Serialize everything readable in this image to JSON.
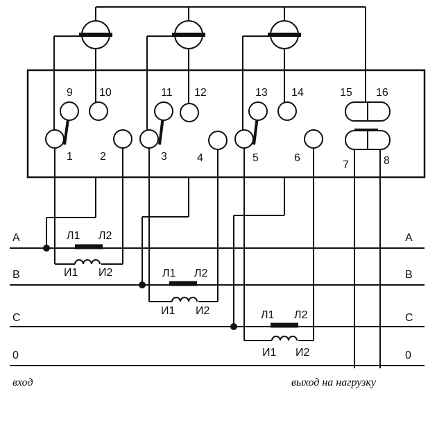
{
  "terminals": [
    "1",
    "2",
    "3",
    "4",
    "5",
    "6",
    "7",
    "8",
    "9",
    "10",
    "11",
    "12",
    "13",
    "14",
    "15",
    "16"
  ],
  "phases_left": [
    "A",
    "B",
    "C",
    "0"
  ],
  "phases_right": [
    "A",
    "B",
    "C",
    "0"
  ],
  "ct_labels": {
    "l1": "Л1",
    "l2": "Л2",
    "i1": "И1",
    "i2": "И2"
  },
  "captions": {
    "input": "вход",
    "output": "выход на нагрузку"
  }
}
